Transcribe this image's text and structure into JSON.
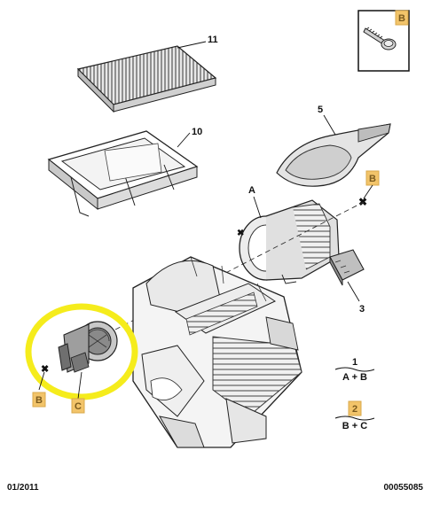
{
  "callouts": {
    "part_11": "11",
    "part_10": "10",
    "part_5": "5",
    "part_3": "3",
    "part_A": "A"
  },
  "tags": {
    "screw_tag": "B",
    "duct_tag": "B",
    "motor_left_tag": "B",
    "motor_tag": "C",
    "legend_2_tag": "2"
  },
  "legend": {
    "item1_number": "1",
    "item1_formula": "A + B",
    "item2_formula": "B + C"
  },
  "footer": {
    "date": "01/2011",
    "reference": "00055085"
  },
  "colors": {
    "tag_fill": "#f2c46a",
    "highlight": "#f5ec1c",
    "line": "#1a1a1a",
    "part_fill": "#f4f4f4"
  }
}
